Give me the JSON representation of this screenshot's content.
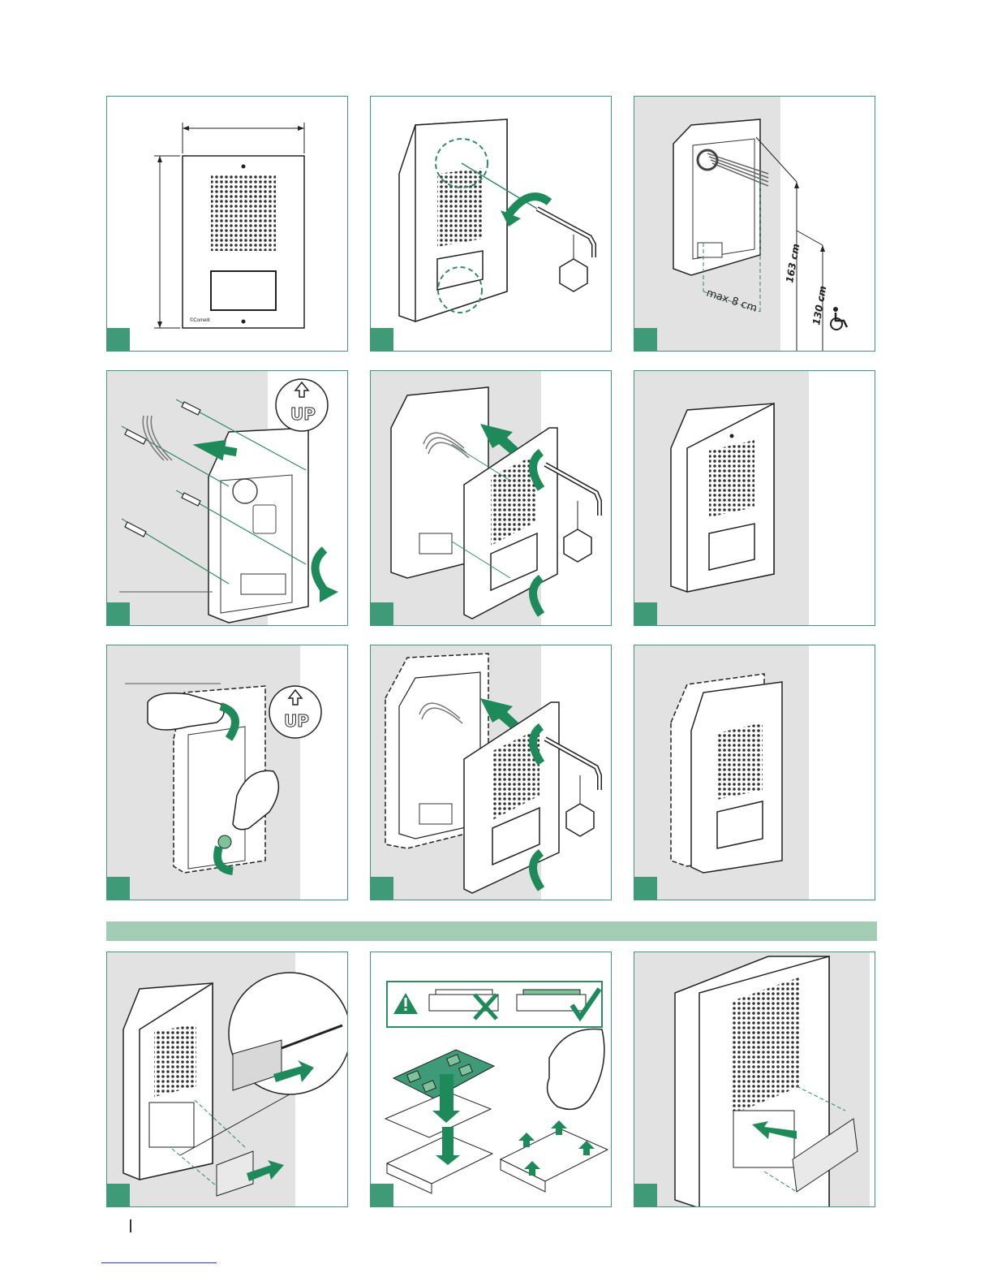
{
  "panels": {
    "p3": {
      "max_label": "max 8 cm",
      "h1_label": "163 cm",
      "h2_label": "130 cm"
    },
    "p4": {
      "up_label": "UP"
    },
    "p7": {
      "up_label": "UP"
    }
  },
  "colors": {
    "accent": "#3f9b77",
    "band": "#a3ccb5",
    "grey_wall": "#e2e2e2"
  },
  "icons": [
    "hex-key-icon",
    "rotate-arrow-icon",
    "up-arrow-icon",
    "wheelchair-icon",
    "warning-icon",
    "cross-icon",
    "check-icon"
  ]
}
